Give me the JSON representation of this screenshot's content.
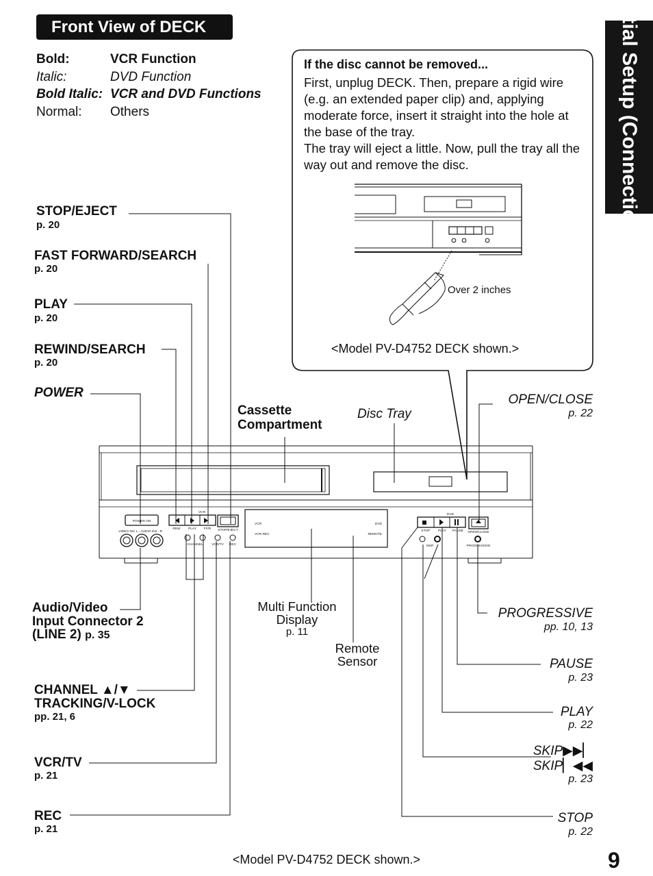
{
  "header": {
    "title": "Front View of DECK",
    "side_tab": "Initial Setup (Connection)",
    "page_number": "9"
  },
  "legend": [
    {
      "key": "Bold:",
      "value": "VCR Function",
      "style": "bold"
    },
    {
      "key": "Italic:",
      "value": "DVD Function",
      "style": "italic"
    },
    {
      "key": "Bold Italic:",
      "value": "VCR and DVD Functions",
      "style": "bold-italic"
    },
    {
      "key": "Normal:",
      "value": "Others",
      "style": "normal"
    }
  ],
  "note": {
    "title": "If the disc cannot be removed...",
    "body": "First, unplug DECK. Then, prepare a rigid wire (e.g. an extended paper clip) and, applying moderate force, insert it straight into the hole at the base of the tray.\nThe tray will eject a little. Now, pull the tray all the way out and remove the disc.",
    "inset_label": "Over 2 inches",
    "inset_caption": "<Model PV-D4752 DECK shown.>"
  },
  "left_labels": {
    "stop_eject": {
      "label": "STOP/EJECT",
      "page": "p. 20"
    },
    "fast_forward": {
      "label": "FAST FORWARD/SEARCH",
      "page": "p. 20"
    },
    "play": {
      "label": "PLAY",
      "page": "p. 20"
    },
    "rewind": {
      "label": "REWIND/SEARCH",
      "page": "p. 20"
    },
    "power": {
      "label": "POWER"
    },
    "av_input": {
      "label_1": "Audio/Video",
      "label_2": "Input Connector 2",
      "label_3": "(LINE 2)",
      "page": "p. 35"
    },
    "channel": {
      "label_1": "CHANNEL ▲/▼",
      "label_2": "TRACKING/V-LOCK",
      "page": "pp. 21, 6"
    },
    "vcr_tv": {
      "label": "VCR/TV",
      "page": "p. 21"
    },
    "rec": {
      "label": "REC",
      "page": "p. 21"
    }
  },
  "center_labels": {
    "cassette": {
      "line_1": "Cassette",
      "line_2": "Compartment"
    },
    "disc_tray": {
      "label": "Disc Tray"
    },
    "multi_function": {
      "line_1": "Multi Function",
      "line_2": "Display",
      "page": "p. 11"
    },
    "remote_sensor": {
      "line_1": "Remote",
      "line_2": "Sensor"
    }
  },
  "right_labels": {
    "open_close": {
      "label": "OPEN/CLOSE",
      "page": "p. 22"
    },
    "progressive": {
      "label": "PROGRESSIVE",
      "page": "pp. 10, 13"
    },
    "pause": {
      "label": "PAUSE",
      "page": "p. 23"
    },
    "play": {
      "label": "PLAY",
      "page": "p. 22"
    },
    "skip_fwd": {
      "label": "SKIP▶▶▏"
    },
    "skip_back": {
      "label": "SKIP▏◀◀",
      "page": "p. 23"
    },
    "stop": {
      "label": "STOP",
      "page": "p. 22"
    }
  },
  "deck_panel": {
    "vcr_tag": "VCR",
    "dvd_tag": "DVD",
    "power_button": "POWER ON",
    "video_in": "VIDEO IN2",
    "audio_in": "L - AUDIO IN2 - R",
    "vcr_buttons": [
      "REW",
      "PLAY",
      "FF/R",
      "STOP/EJECT"
    ],
    "vcr_small": [
      "CHANNEL",
      "VCR/TV",
      "REC"
    ],
    "display_left_1": "VCR",
    "display_left_2": "VCR REC",
    "display_right_1": "DVD",
    "display_right_2": "REMOTE",
    "dvd_buttons": [
      "STOP",
      "PLAY",
      "PAUSE",
      "OPEN/CLOSE"
    ],
    "dvd_small": [
      "SKIP",
      "PROGRESSIVE"
    ]
  },
  "footer": {
    "caption": "<Model PV-D4752 DECK shown.>"
  }
}
